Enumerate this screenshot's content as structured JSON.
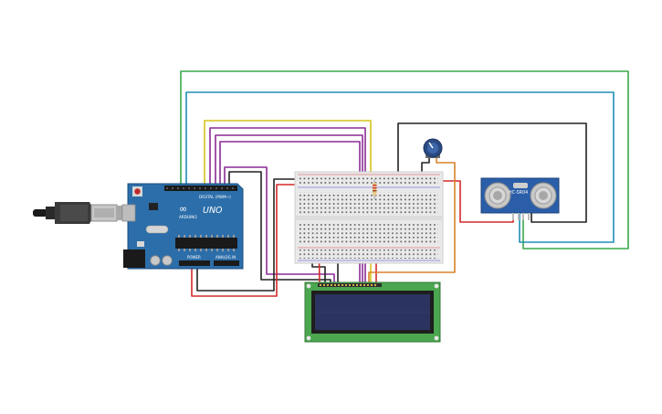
{
  "arduino": {
    "brand": "UNO",
    "maker": "ARDUINO",
    "digital_label": "DIGITAL (PWM~)",
    "power_label": "POWER",
    "analog_label": "ANALOG IN"
  },
  "sensor": {
    "model": "HC-SR04"
  },
  "colors": {
    "board": "#2c6eaa",
    "breadboard": "#e9e9e9",
    "lcd_pcb": "#4aa64f",
    "lcd_screen": "#2b3460",
    "sensor": "#2b5ea8",
    "wire_green": "#39a84a",
    "wire_teal": "#1f8fb5",
    "wire_yellow": "#d6c21a",
    "wire_purple": "#8a2b96",
    "wire_black": "#222222",
    "wire_red": "#d32a2a",
    "wire_orange": "#d9822b"
  }
}
